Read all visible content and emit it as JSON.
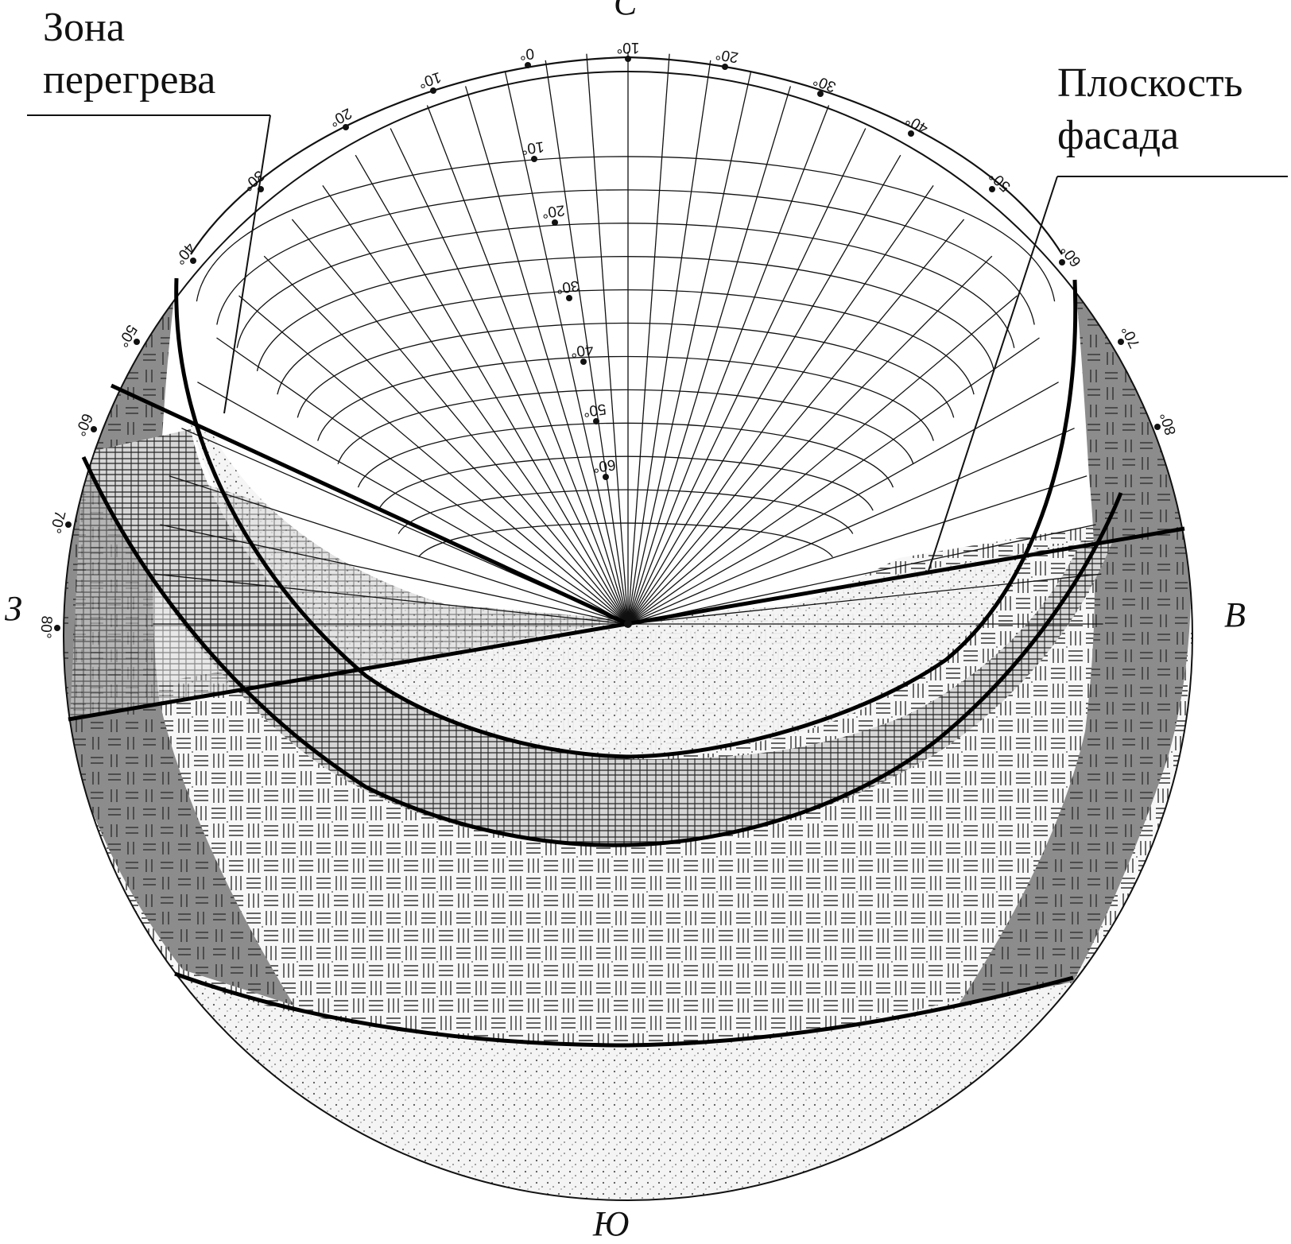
{
  "labels": {
    "overheat_zone": [
      "Зона",
      "перегрева"
    ],
    "facade_plane": [
      "Плоскость",
      "фасада"
    ]
  },
  "cardinals": {
    "north": "С",
    "south": "Ю",
    "west": "З",
    "east": "В"
  },
  "outer_ticks_left": [
    "0°",
    "10°",
    "20°",
    "30°",
    "40°",
    "50°",
    "60°",
    "70°",
    "80°"
  ],
  "outer_ticks_right": [
    "10°",
    "20°",
    "30°",
    "40°",
    "50°",
    "60°",
    "70°",
    "80°"
  ],
  "altitude_ticks": [
    "10°",
    "20°",
    "30°",
    "40°",
    "50°",
    "60°"
  ],
  "colors": {
    "ink": "#111111",
    "gray_zone": "#8c8c8c",
    "stipple": "#e6e6e6"
  }
}
